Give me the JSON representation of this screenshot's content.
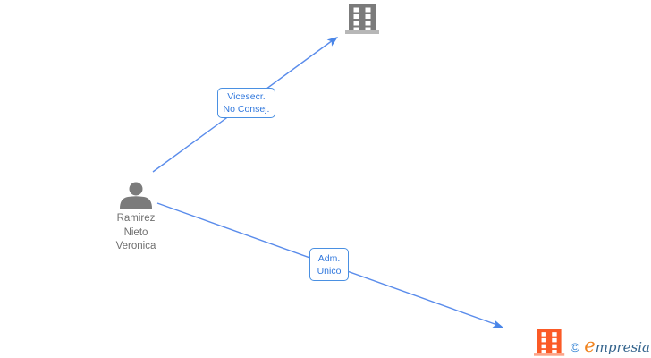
{
  "graph": {
    "person": {
      "name_line1": "Ramirez",
      "name_line2": "Nieto",
      "name_line3": "Veronica"
    },
    "edges": {
      "vicesecr": {
        "label_line1": "Vicesecr.",
        "label_line2": "No Consej."
      },
      "adm": {
        "label_line1": "Adm.",
        "label_line2": "Unico"
      }
    },
    "nodes": {
      "company_top": {
        "icon": "building-icon",
        "color": "#7b7b7b"
      },
      "company_bottom": {
        "icon": "building-icon",
        "color": "#fb5a26"
      },
      "person_node": {
        "icon": "person-icon",
        "color": "#7b7b7b"
      }
    }
  },
  "watermark": {
    "copyright": "©",
    "brand_initial": "e",
    "brand_rest": "mpresia"
  },
  "colors": {
    "edge_blue": "#5a8ceb",
    "label_border_blue": "#4a90e2",
    "label_text_blue": "#3178dd",
    "node_gray": "#7b7b7b",
    "company_orange": "#fb5a26",
    "name_text_gray": "#6f6f6f",
    "watermark_blue": "#2d7fd3",
    "watermark_orange": "#f0821e",
    "watermark_navy": "#33638c"
  }
}
